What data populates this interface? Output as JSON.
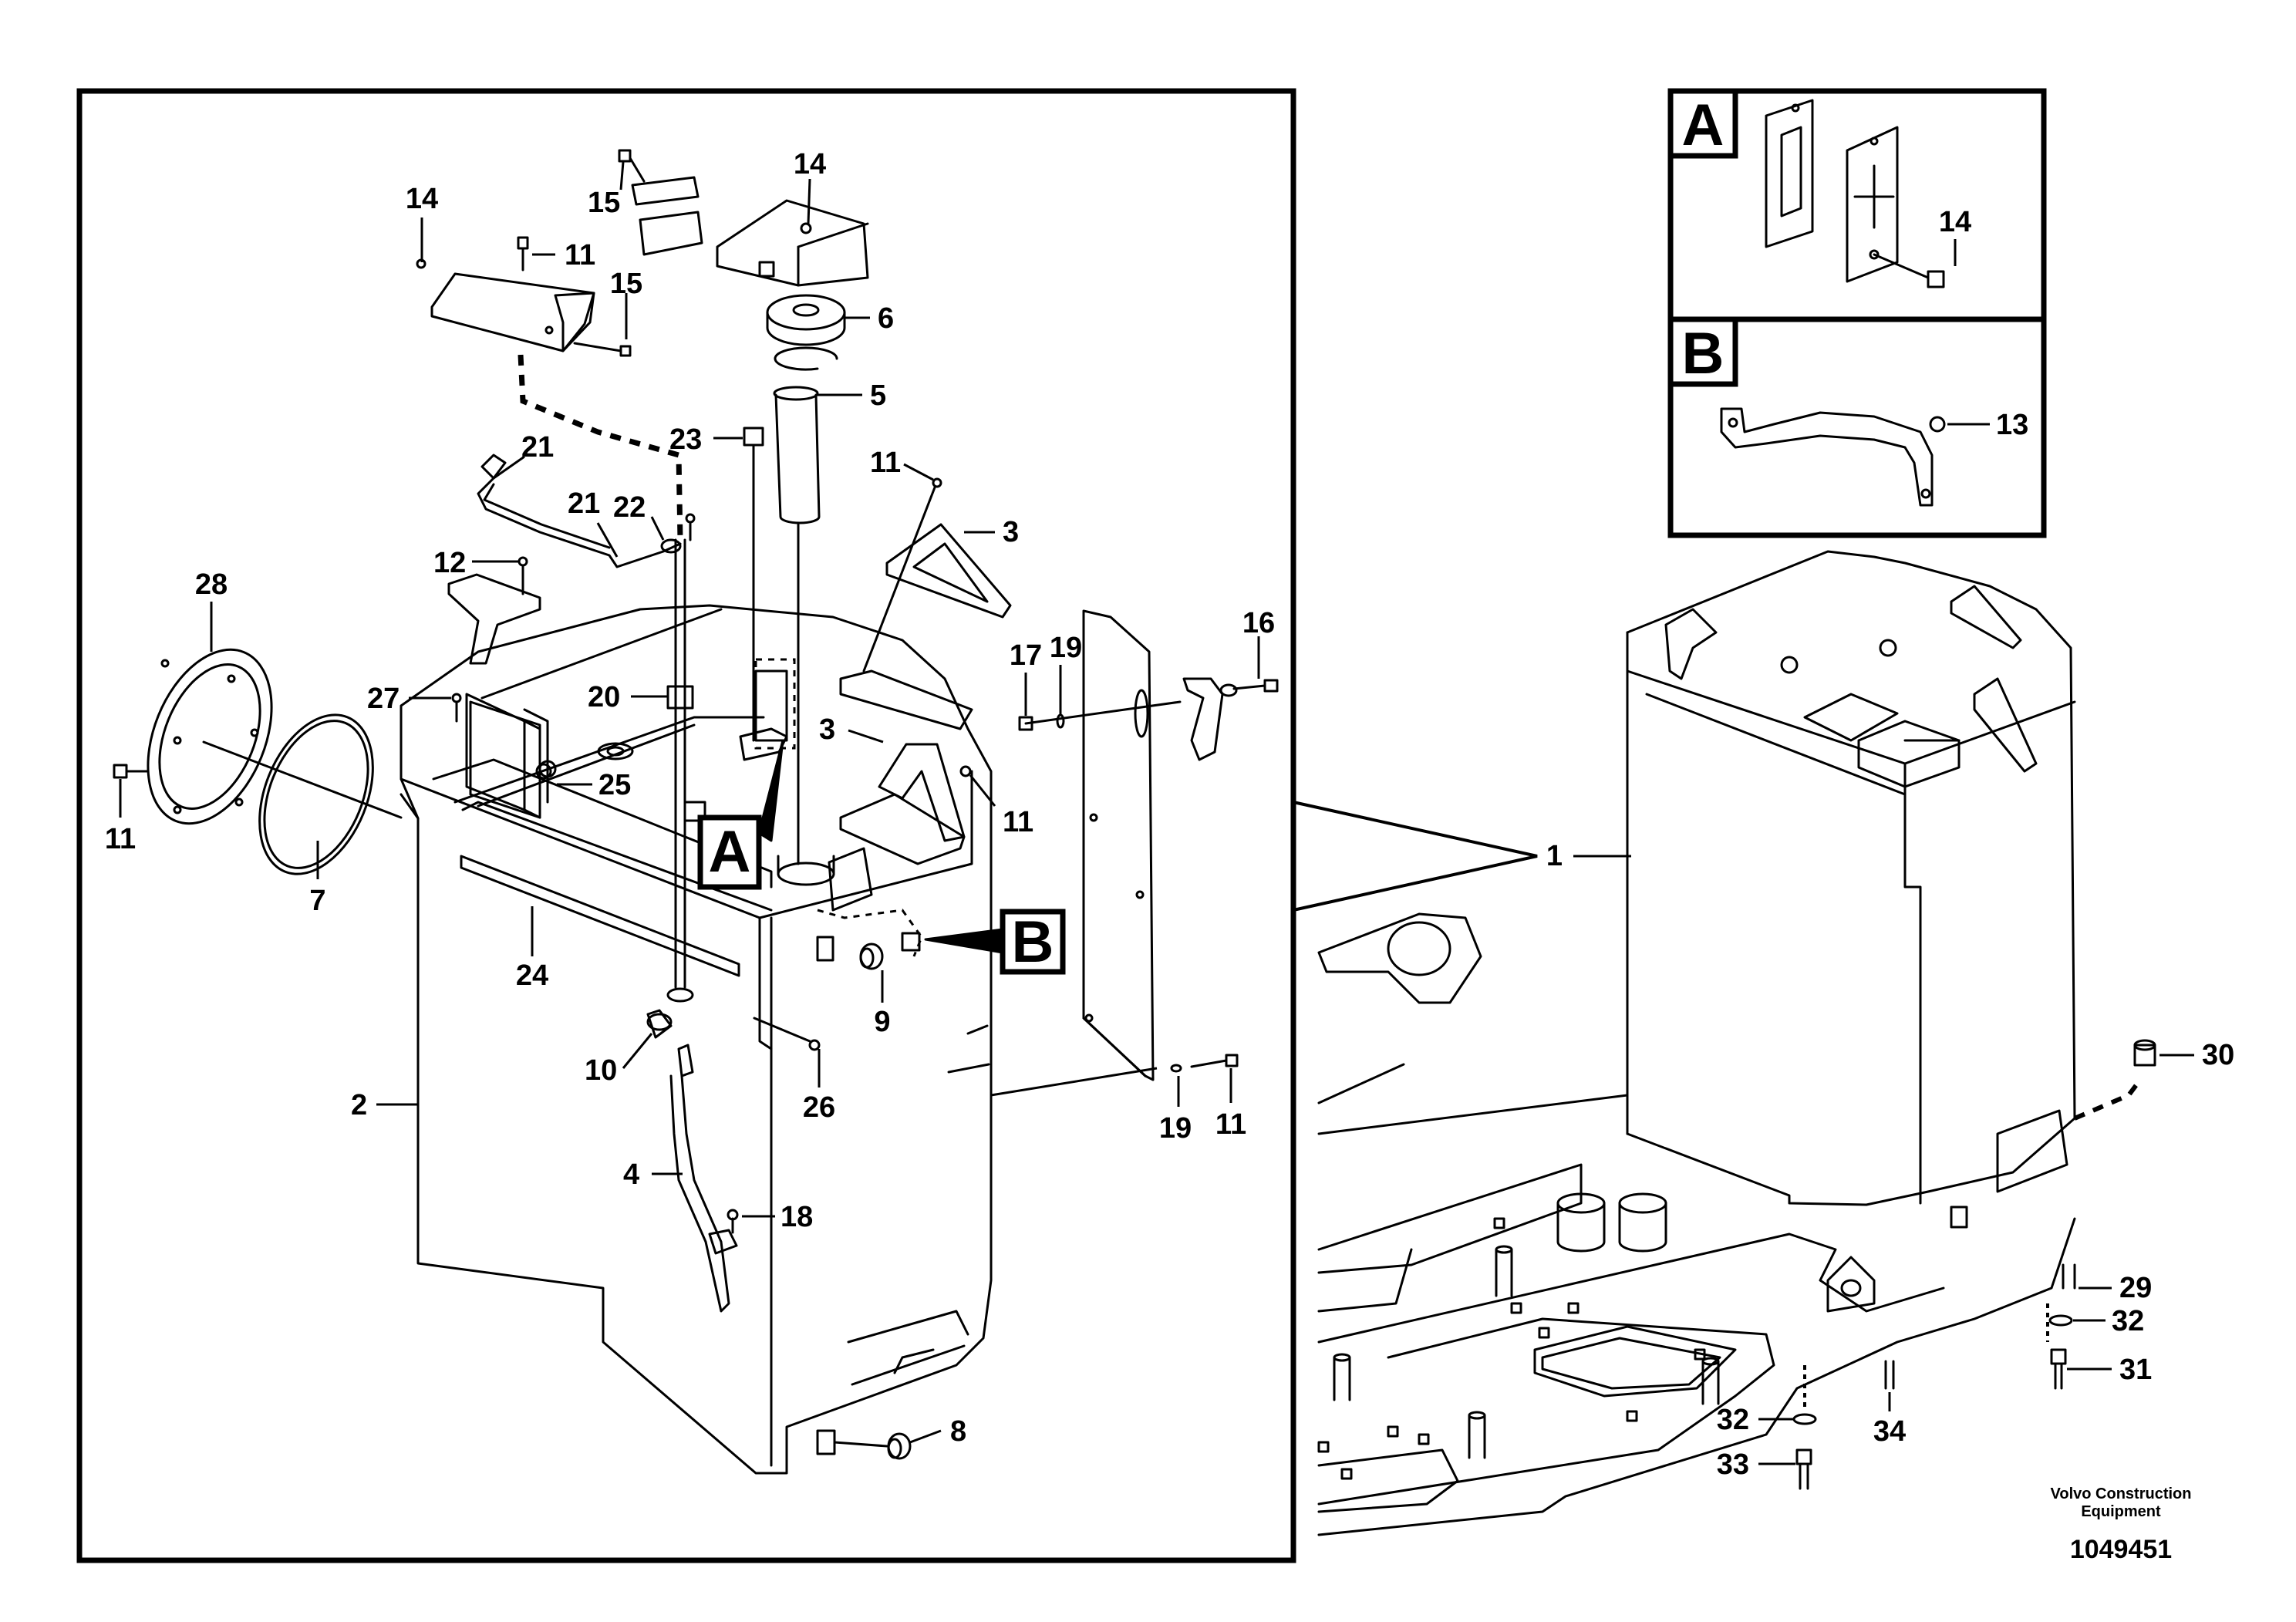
{
  "detail_a": {
    "label": "A",
    "part": "14"
  },
  "detail_b": {
    "label": "B",
    "part": "13"
  },
  "main_view": {
    "callout_a": "A",
    "callout_b": "B",
    "parts": {
      "p14_left": "14",
      "p11_top": "11",
      "p15_top": "15",
      "p15_mid": "15",
      "p14_top": "14",
      "p6": "6",
      "p5": "5",
      "p23": "23",
      "p11_right": "11",
      "p21_a": "21",
      "p21_b": "21",
      "p22": "22",
      "p12": "12",
      "p3_top": "3",
      "p28": "28",
      "p20": "20",
      "p27": "27",
      "p25": "25",
      "p3_mid": "3",
      "p11_mid": "11",
      "p11_left": "11",
      "p7": "7",
      "p24": "24",
      "p9": "9",
      "p10": "10",
      "p26": "26",
      "p2": "2",
      "p4": "4",
      "p18": "18",
      "p8": "8",
      "p17": "17",
      "p19_top": "19",
      "p16": "16",
      "p19_bottom": "19",
      "p11_bottom": "11"
    }
  },
  "overview": {
    "parts": {
      "p1": "1",
      "p30": "30",
      "p29": "29",
      "p32_right": "32",
      "p31": "31",
      "p32_left": "32",
      "p33": "33",
      "p34": "34"
    }
  },
  "footer": {
    "company_line1": "Volvo Construction",
    "company_line2": "Equipment",
    "drawing_number": "1049451"
  }
}
